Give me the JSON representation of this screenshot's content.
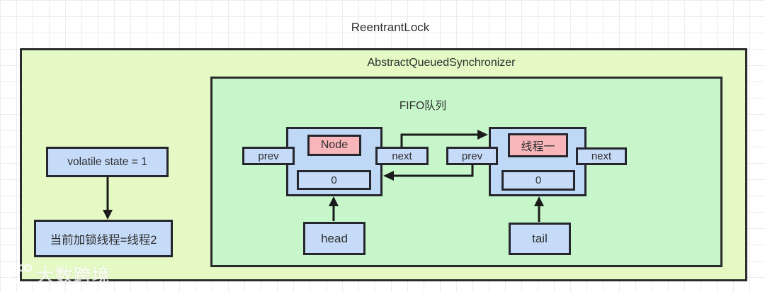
{
  "title": "ReentrantLock",
  "aqs": {
    "label": "AbstractQueuedSynchronizer"
  },
  "fifo": {
    "label": "FIFO队列"
  },
  "state": {
    "volatile_label": "volatile state = 1",
    "owner_label": "当前加锁线程=线程2"
  },
  "queue": {
    "nodes": [
      {
        "title": "Node",
        "wait_status": "0",
        "prev_label": "prev",
        "next_label": "next"
      },
      {
        "title": "线程一",
        "wait_status": "0",
        "prev_label": "prev",
        "next_label": "next"
      }
    ],
    "head_label": "head",
    "tail_label": "tail"
  },
  "watermark": {
    "text": "大数跨境"
  },
  "colors": {
    "outer_box_fill": "#e4f9c4",
    "inner_box_fill": "#c6f6c9",
    "node_shell_fill": "#bfd8f6",
    "blue_box_fill": "#c6dbf8",
    "pink_box_fill": "#f8b6ba",
    "border": "#26262e",
    "arrow": "#1b1b1b",
    "grid_line": "#ececec"
  }
}
